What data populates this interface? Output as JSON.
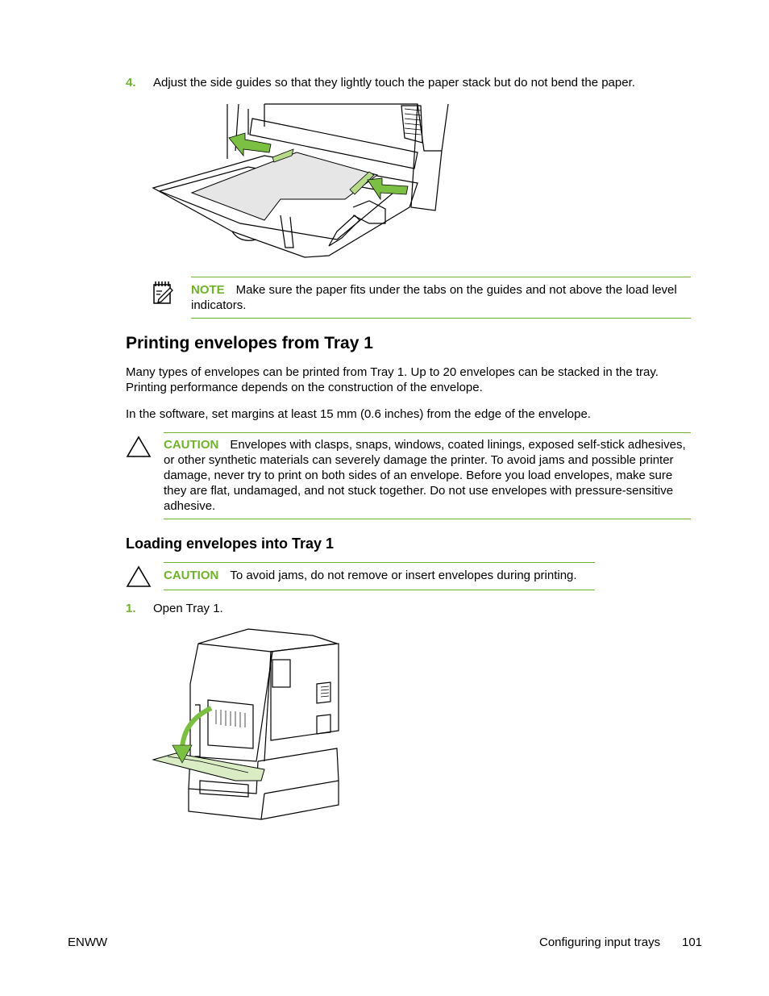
{
  "step4": {
    "number": "4.",
    "text": "Adjust the side guides so that they lightly touch the paper stack but do not bend the paper."
  },
  "note": {
    "label": "NOTE",
    "text": "Make sure the paper fits under the tabs on the guides and not above the load level indicators."
  },
  "section": {
    "heading": "Printing envelopes from Tray 1",
    "para1": "Many types of envelopes can be printed from Tray 1. Up to 20 envelopes can be stacked in the tray. Printing performance depends on the construction of the envelope.",
    "para2": "In the software, set margins at least 15 mm (0.6 inches) from the edge of the envelope."
  },
  "caution1": {
    "label": "CAUTION",
    "text": "Envelopes with clasps, snaps, windows, coated linings, exposed self-stick adhesives, or other synthetic materials can severely damage the printer. To avoid jams and possible printer damage, never try to print on both sides of an envelope. Before you load envelopes, make sure they are flat, undamaged, and not stuck together. Do not use envelopes with pressure-sensitive adhesive."
  },
  "subsection": {
    "heading": "Loading envelopes into Tray 1"
  },
  "caution2": {
    "label": "CAUTION",
    "text": "To avoid jams, do not remove or insert envelopes during printing."
  },
  "step1": {
    "number": "1.",
    "text": "Open Tray 1."
  },
  "footer": {
    "left": "ENWW",
    "section": "Configuring input trays",
    "page": "101"
  },
  "colors": {
    "accent": "#6fb22b",
    "arrow_fill": "#7bc043",
    "paper_fill": "#e6e6e6"
  }
}
